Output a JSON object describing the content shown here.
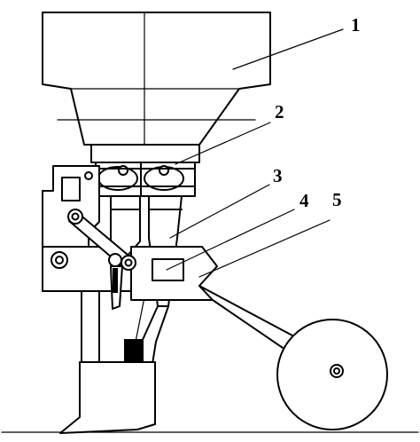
{
  "diagram": {
    "callouts": [
      {
        "id": "callout-1",
        "label": "1"
      },
      {
        "id": "callout-2",
        "label": "2"
      },
      {
        "id": "callout-3",
        "label": "3"
      },
      {
        "id": "callout-4",
        "label": "4"
      },
      {
        "id": "callout-5",
        "label": "5"
      }
    ]
  },
  "colors": {
    "line": "#000000",
    "background": "#ffffff"
  }
}
